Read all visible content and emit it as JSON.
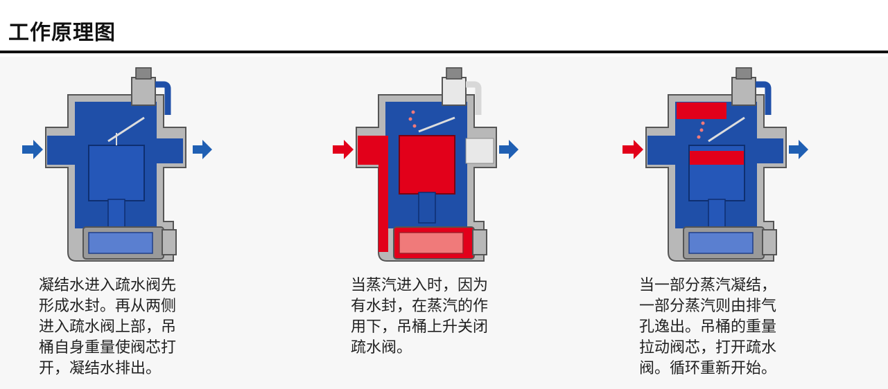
{
  "header": {
    "title": "工作原理图"
  },
  "colors": {
    "water": "#1f4fa8",
    "steam": "#e2001a",
    "body": "#b8b8b8",
    "outline": "#555555",
    "arrow_blue": "#1f5fb3",
    "arrow_red": "#e2001a",
    "screen_blue": "#5a7fd0",
    "screen_red": "#f07a7a"
  },
  "stages": [
    {
      "name": "stage-1",
      "state": "condensate",
      "caption_lines": [
        "凝结水进入疏水阀先",
        "形成水封。再从两侧",
        "进入疏水阀上部，吊",
        "桶自身重量使阀芯打",
        "开，凝结水排出。"
      ]
    },
    {
      "name": "stage-2",
      "state": "steam",
      "caption_lines": [
        "当蒸汽进入时，因为",
        "有水封，在蒸汽的作",
        "用下，吊桶上升关闭",
        "疏水阀。"
      ]
    },
    {
      "name": "stage-3",
      "state": "venting",
      "caption_lines": [
        "当一部分蒸汽凝结，",
        "一部分蒸汽则由排气",
        "孔逸出。吊桶的重量",
        "拉动阀芯，打开疏水",
        "阀。循环重新开始。"
      ]
    }
  ]
}
